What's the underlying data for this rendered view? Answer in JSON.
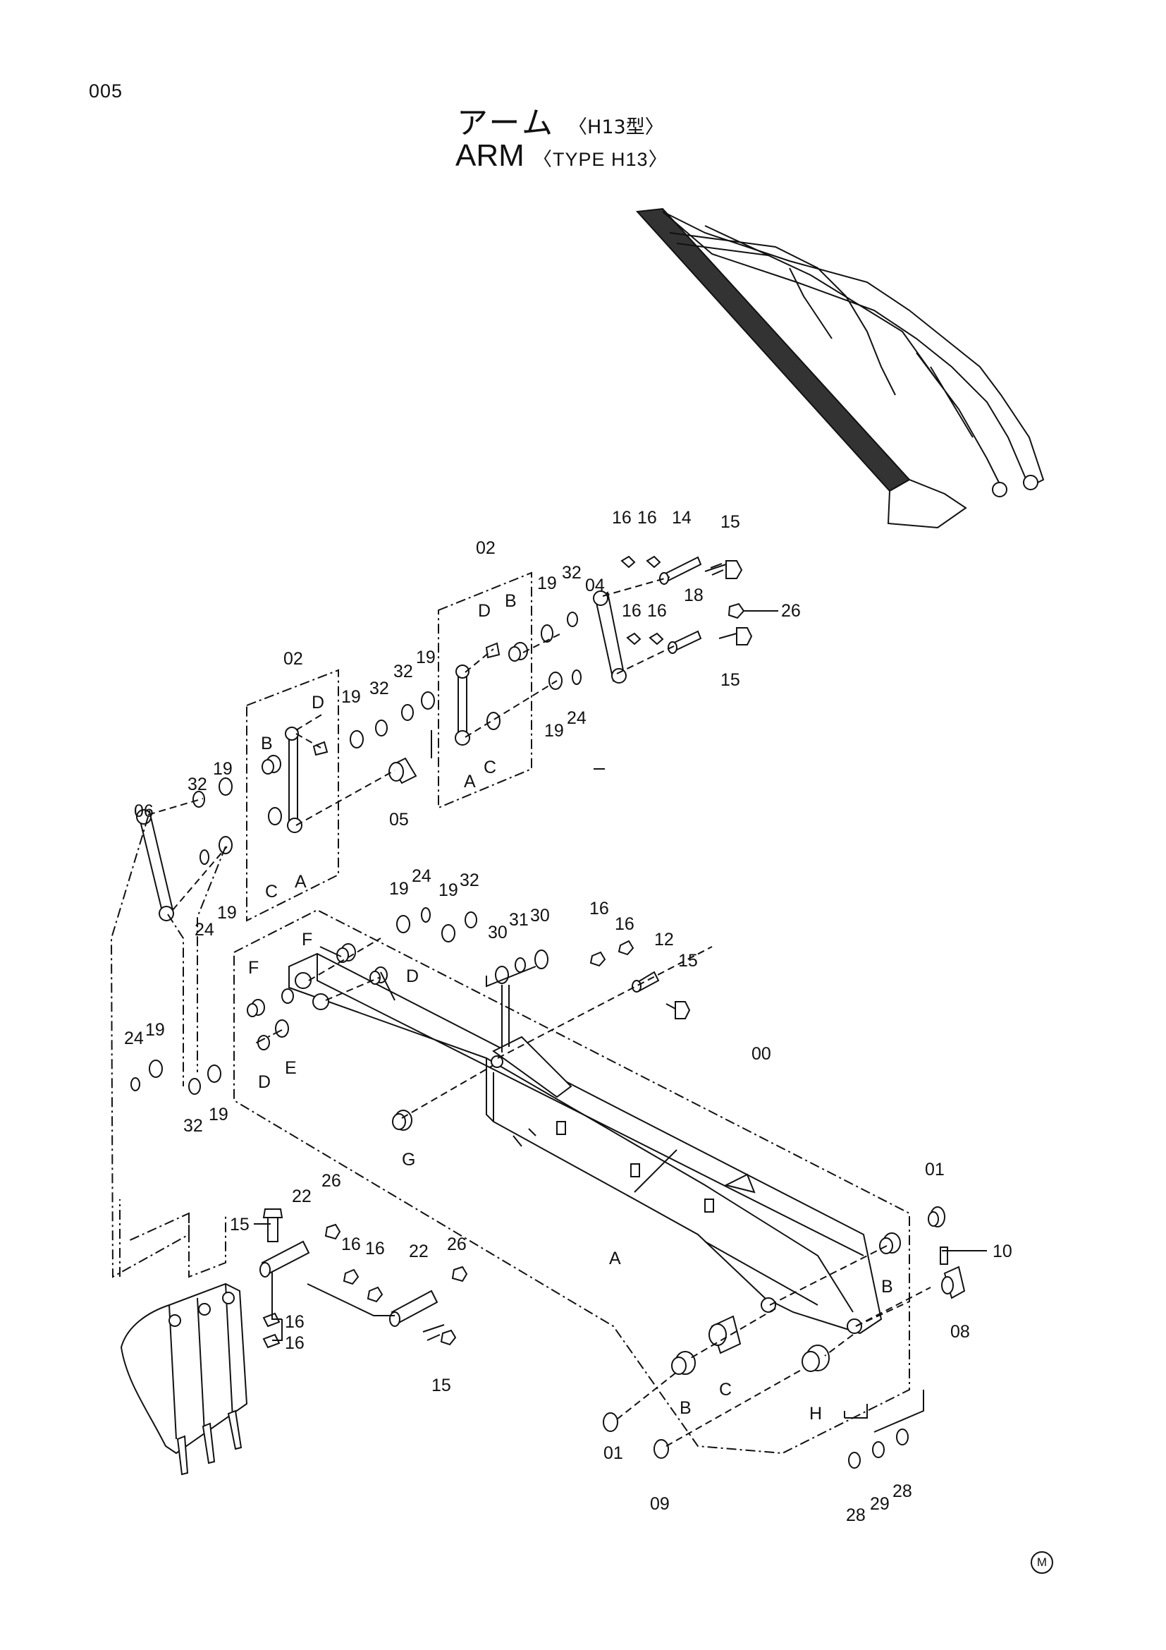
{
  "page_number": "005",
  "title_jp": "アーム",
  "title_jp_sub": "〈H13型〉",
  "title_en": "ARM",
  "title_en_sub": "〈TYPE H13〉",
  "mark": "M",
  "callouts": [
    {
      "id": "c1",
      "label": "16"
    },
    {
      "id": "c2",
      "label": "16"
    },
    {
      "id": "c3",
      "label": "14"
    },
    {
      "id": "c4",
      "label": "15"
    },
    {
      "id": "c5",
      "label": "02"
    },
    {
      "id": "c6",
      "label": "19"
    },
    {
      "id": "c7",
      "label": "32"
    },
    {
      "id": "c8",
      "label": "04"
    },
    {
      "id": "c9",
      "label": "18"
    },
    {
      "id": "c10",
      "label": "16"
    },
    {
      "id": "c11",
      "label": "16"
    },
    {
      "id": "c12",
      "label": "26"
    },
    {
      "id": "c13",
      "label": "15"
    },
    {
      "id": "c14",
      "label": "D"
    },
    {
      "id": "c15",
      "label": "B"
    },
    {
      "id": "c16",
      "label": "19"
    },
    {
      "id": "c17",
      "label": "24"
    },
    {
      "id": "c18",
      "label": "A"
    },
    {
      "id": "c19",
      "label": "C"
    },
    {
      "id": "c20",
      "label": "02"
    },
    {
      "id": "c21",
      "label": "D"
    },
    {
      "id": "c22",
      "label": "19"
    },
    {
      "id": "c23",
      "label": "32"
    },
    {
      "id": "c24",
      "label": "32"
    },
    {
      "id": "c25",
      "label": "19"
    },
    {
      "id": "c26",
      "label": "B"
    },
    {
      "id": "c27",
      "label": "32"
    },
    {
      "id": "c28",
      "label": "19"
    },
    {
      "id": "c29",
      "label": "06"
    },
    {
      "id": "c30",
      "label": "05"
    },
    {
      "id": "c31",
      "label": "C"
    },
    {
      "id": "c32",
      "label": "A"
    },
    {
      "id": "c33",
      "label": "24"
    },
    {
      "id": "c34",
      "label": "19"
    },
    {
      "id": "c35",
      "label": "19"
    },
    {
      "id": "c36",
      "label": "24"
    },
    {
      "id": "c37",
      "label": "19"
    },
    {
      "id": "c38",
      "label": "32"
    },
    {
      "id": "c39",
      "label": "F"
    },
    {
      "id": "c40",
      "label": "D"
    },
    {
      "id": "c41",
      "label": "30"
    },
    {
      "id": "c42",
      "label": "31"
    },
    {
      "id": "c43",
      "label": "30"
    },
    {
      "id": "c44",
      "label": "16"
    },
    {
      "id": "c45",
      "label": "16"
    },
    {
      "id": "c46",
      "label": "12"
    },
    {
      "id": "c47",
      "label": "15"
    },
    {
      "id": "c48",
      "label": "F"
    },
    {
      "id": "c49",
      "label": "24"
    },
    {
      "id": "c50",
      "label": "19"
    },
    {
      "id": "c51",
      "label": "D"
    },
    {
      "id": "c52",
      "label": "E"
    },
    {
      "id": "c53",
      "label": "32"
    },
    {
      "id": "c54",
      "label": "19"
    },
    {
      "id": "c55",
      "label": "G"
    },
    {
      "id": "c56",
      "label": "00"
    },
    {
      "id": "c57",
      "label": "A"
    },
    {
      "id": "c58",
      "label": "01"
    },
    {
      "id": "c59",
      "label": "10"
    },
    {
      "id": "c60",
      "label": "B"
    },
    {
      "id": "c61",
      "label": "08"
    },
    {
      "id": "c62",
      "label": "15"
    },
    {
      "id": "c63",
      "label": "22"
    },
    {
      "id": "c64",
      "label": "26"
    },
    {
      "id": "c65",
      "label": "16"
    },
    {
      "id": "c66",
      "label": "16"
    },
    {
      "id": "c67",
      "label": "22"
    },
    {
      "id": "c68",
      "label": "26"
    },
    {
      "id": "c69",
      "label": "16"
    },
    {
      "id": "c70",
      "label": "16"
    },
    {
      "id": "c71",
      "label": "15"
    },
    {
      "id": "c72",
      "label": "B"
    },
    {
      "id": "c73",
      "label": "C"
    },
    {
      "id": "c74",
      "label": "H"
    },
    {
      "id": "c75",
      "label": "01"
    },
    {
      "id": "c76",
      "label": "09"
    },
    {
      "id": "c77",
      "label": "28"
    },
    {
      "id": "c78",
      "label": "29"
    },
    {
      "id": "c79",
      "label": "28"
    }
  ]
}
